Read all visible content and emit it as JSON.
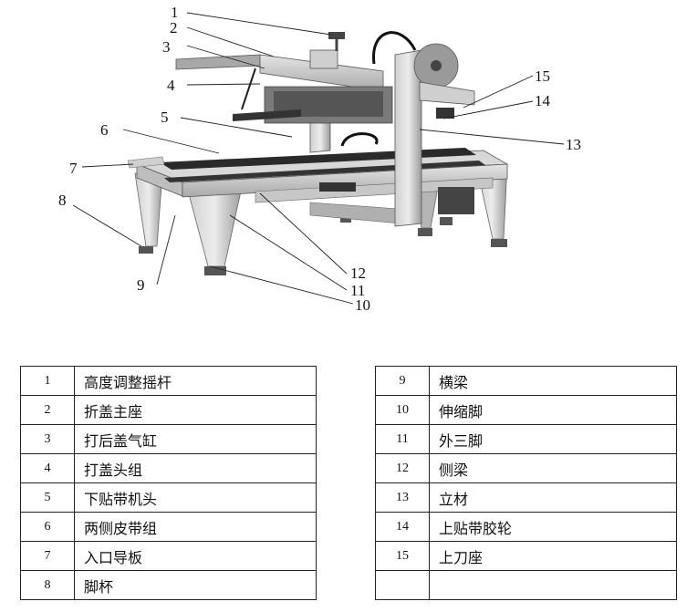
{
  "callouts": [
    "1",
    "2",
    "3",
    "4",
    "5",
    "6",
    "7",
    "8",
    "9",
    "10",
    "11",
    "12",
    "13",
    "14",
    "15"
  ],
  "parts_left": [
    {
      "num": "1",
      "name": "高度调整摇杆"
    },
    {
      "num": "2",
      "name": "折盖主座"
    },
    {
      "num": "3",
      "name": "打后盖气缸"
    },
    {
      "num": "4",
      "name": "打盖头组"
    },
    {
      "num": "5",
      "name": "下贴带机头"
    },
    {
      "num": "6",
      "name": "两侧皮带组"
    },
    {
      "num": "7",
      "name": "入口导板"
    },
    {
      "num": "8",
      "name": "脚杯"
    }
  ],
  "parts_right": [
    {
      "num": "9",
      "name": "横梁"
    },
    {
      "num": "10",
      "name": "伸缩脚"
    },
    {
      "num": "11",
      "name": "外三脚"
    },
    {
      "num": "12",
      "name": "侧梁"
    },
    {
      "num": "13",
      "name": "立材"
    },
    {
      "num": "14",
      "name": "上贴带胶轮"
    },
    {
      "num": "15",
      "name": "上刀座"
    },
    {
      "num": "",
      "name": ""
    }
  ]
}
